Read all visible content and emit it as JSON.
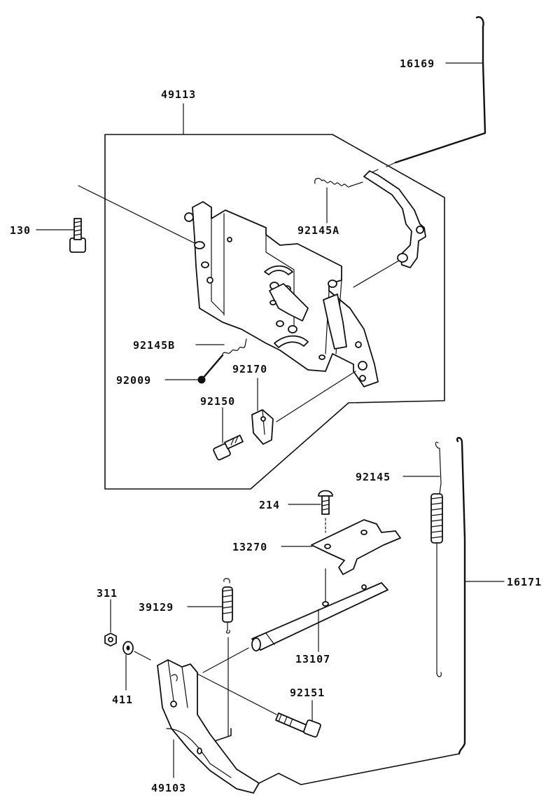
{
  "diagram": {
    "parts": [
      {
        "id": "p16169",
        "number": "16169"
      },
      {
        "id": "p49113",
        "number": "49113"
      },
      {
        "id": "p130",
        "number": "130"
      },
      {
        "id": "p92145A",
        "number": "92145A"
      },
      {
        "id": "p92145B",
        "number": "92145B"
      },
      {
        "id": "p92009",
        "number": "92009"
      },
      {
        "id": "p92170",
        "number": "92170"
      },
      {
        "id": "p92150",
        "number": "92150"
      },
      {
        "id": "p92145",
        "number": "92145"
      },
      {
        "id": "p214",
        "number": "214"
      },
      {
        "id": "p13270",
        "number": "13270"
      },
      {
        "id": "p16171",
        "number": "16171"
      },
      {
        "id": "p311",
        "number": "311"
      },
      {
        "id": "p39129",
        "number": "39129"
      },
      {
        "id": "p13107",
        "number": "13107"
      },
      {
        "id": "p411",
        "number": "411"
      },
      {
        "id": "p92151",
        "number": "92151"
      },
      {
        "id": "p49103",
        "number": "49103"
      }
    ]
  }
}
